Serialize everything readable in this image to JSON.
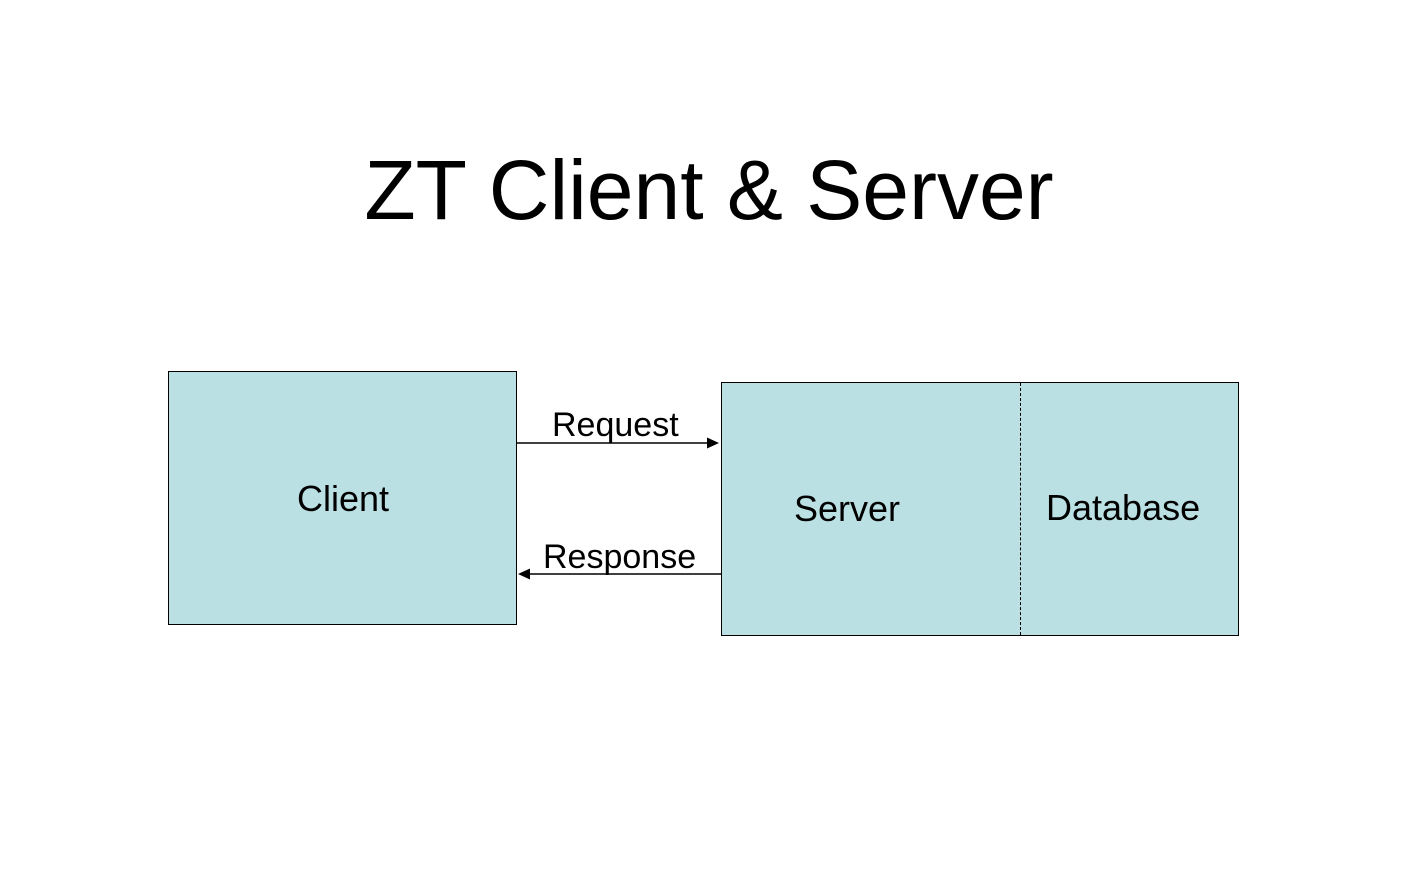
{
  "title": "ZT Client & Server",
  "diagram": {
    "client": {
      "label": "Client"
    },
    "server": {
      "label": "Server",
      "partition_label": "Database"
    },
    "request": {
      "label": "Request",
      "direction": "client-to-server"
    },
    "response": {
      "label": "Response",
      "direction": "server-to-client"
    }
  },
  "colors": {
    "box_fill": "#bbe0e3",
    "stroke": "#000000",
    "background": "#ffffff"
  }
}
